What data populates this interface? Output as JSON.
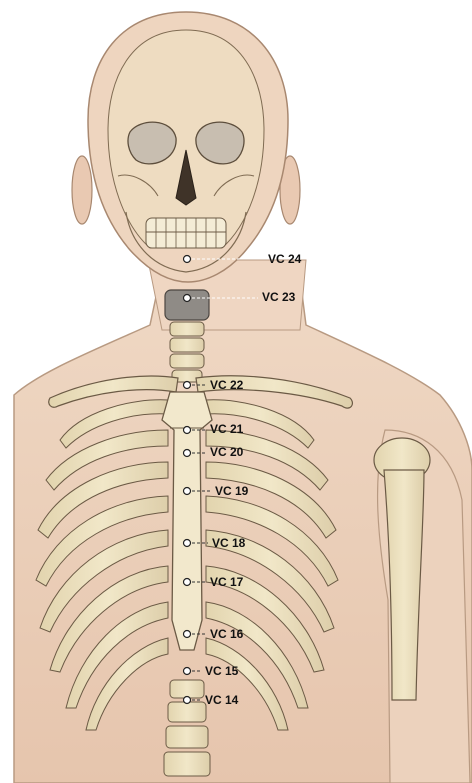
{
  "points": [
    {
      "label": "VC 24"
    },
    {
      "label": "VC 23"
    },
    {
      "label": "VC 22"
    },
    {
      "label": "VC 21"
    },
    {
      "label": "VC 20"
    },
    {
      "label": "VC 19"
    },
    {
      "label": "VC 18"
    },
    {
      "label": "VC 17"
    },
    {
      "label": "VC 16"
    },
    {
      "label": "VC 15"
    },
    {
      "label": "VC 14"
    }
  ]
}
